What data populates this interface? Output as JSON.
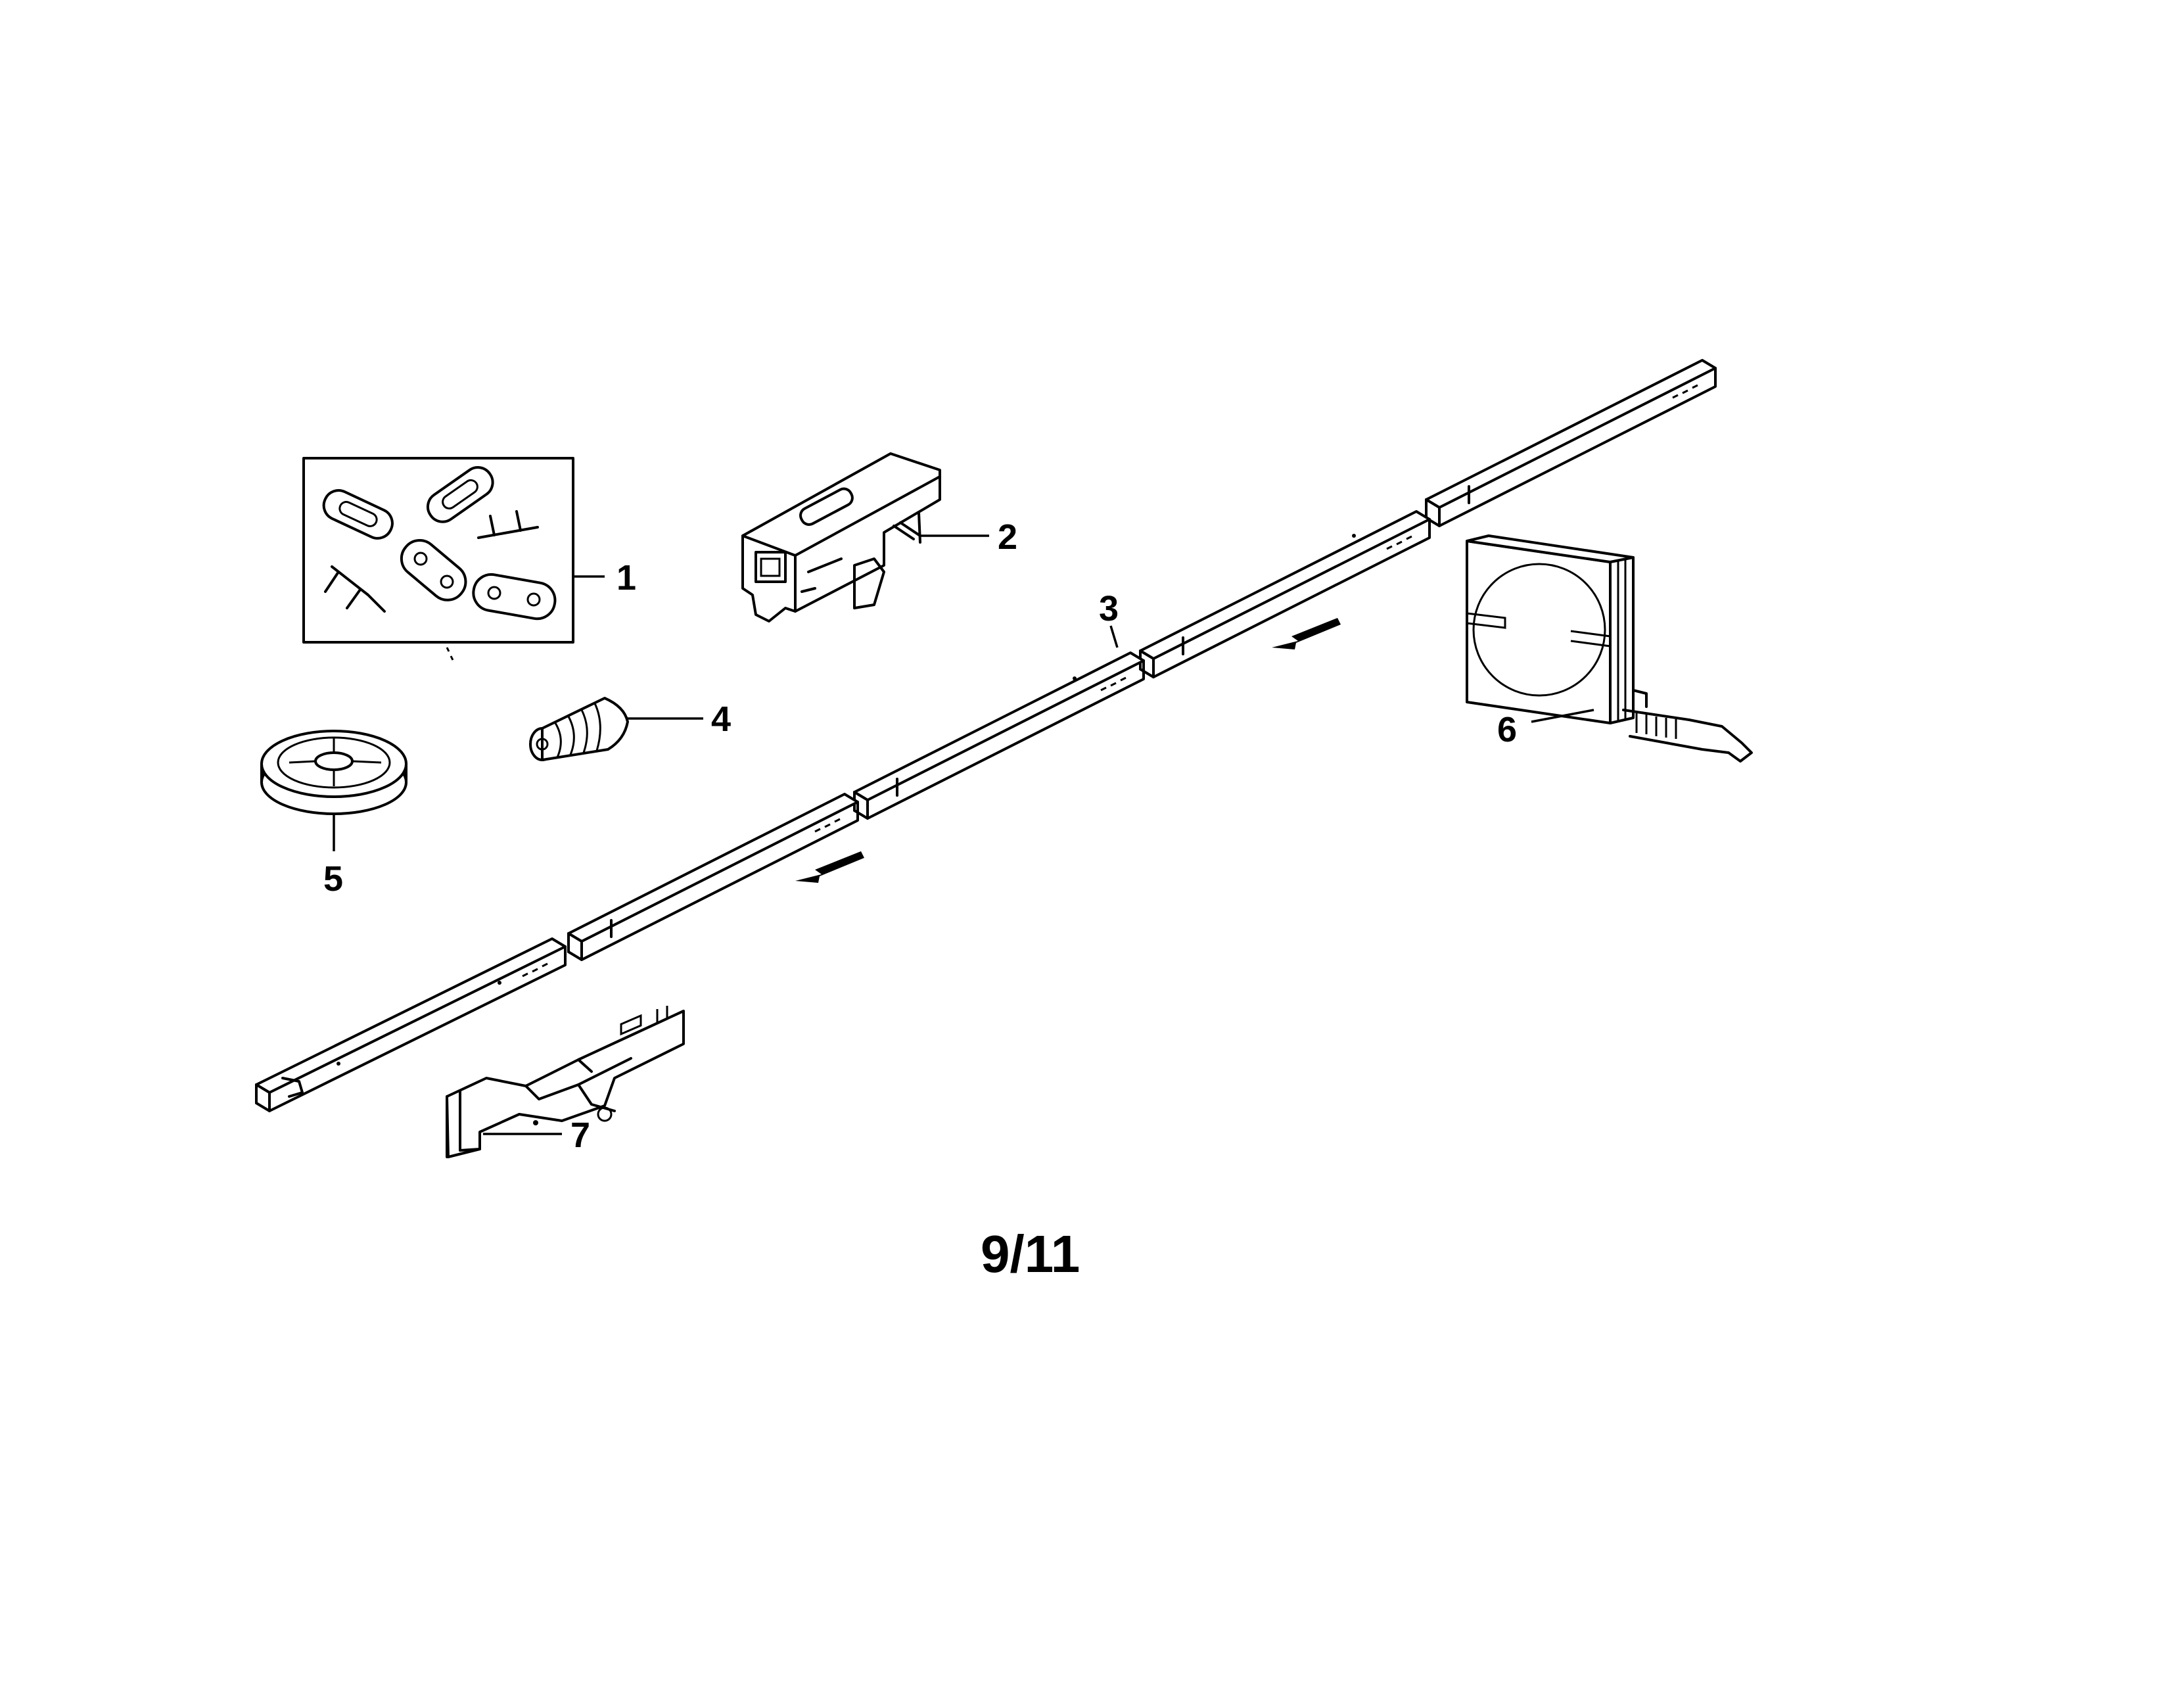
{
  "callouts": [
    {
      "id": "1",
      "label": "1"
    },
    {
      "id": "2",
      "label": "2"
    },
    {
      "id": "3",
      "label": "3"
    },
    {
      "id": "4",
      "label": "4"
    },
    {
      "id": "5",
      "label": "5"
    },
    {
      "id": "6",
      "label": "6"
    },
    {
      "id": "7",
      "label": "7"
    }
  ],
  "page_number": "9/11"
}
